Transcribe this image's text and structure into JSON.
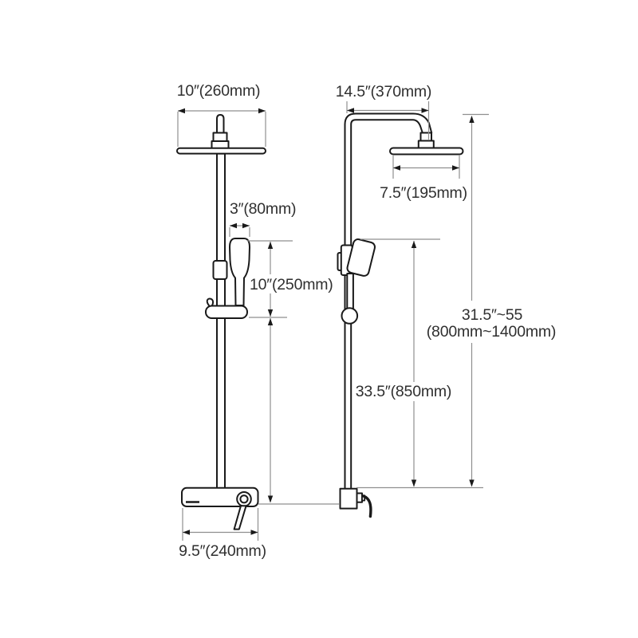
{
  "diagram": {
    "front_view": {
      "dimensions": {
        "head_width": "10″(260mm)",
        "hand_shower_width": "3″(80mm)",
        "hand_shower_drop": "10″(250mm)",
        "faucet_width": "9.5″(240mm)"
      }
    },
    "side_view": {
      "dimensions": {
        "arm_reach": "14.5″(370mm)",
        "head_face": "7.5″(195mm)",
        "slide_bar_height": "33.5″(850mm)",
        "total_height_inches": "31.5″~55",
        "total_height_mm": "(800mm~1400mm)"
      }
    },
    "colors": {
      "background": "#ffffff",
      "fixture_outline": "#1a1a1a",
      "dimension_lines": "#8f8f8f",
      "label_text": "#2f2f2f"
    }
  }
}
